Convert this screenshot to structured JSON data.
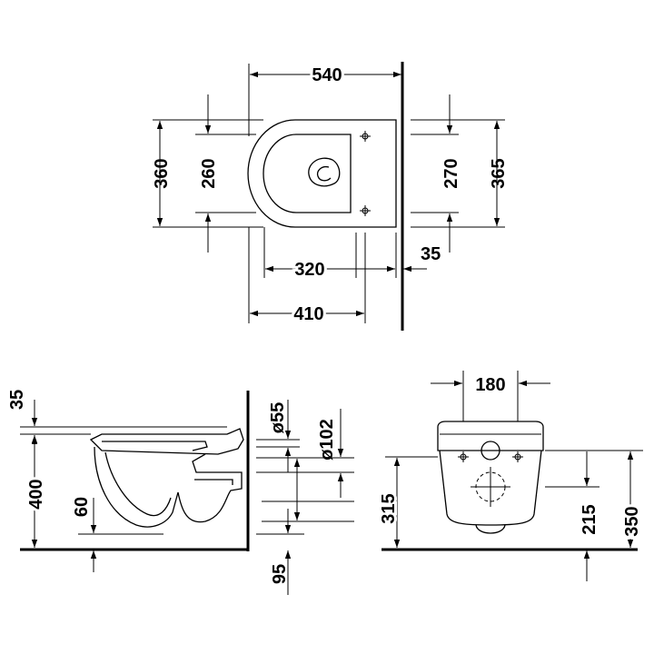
{
  "colors": {
    "line": "#000000",
    "background": "#ffffff"
  },
  "top_view": {
    "overall_length": "540",
    "overall_width_outer": "360",
    "overall_width_inner": "260",
    "bolt_spacing_inner": "270",
    "bolt_spacing_outer": "365",
    "bowl_depth": "320",
    "fixing_depth": "410",
    "wall_offset": "35"
  },
  "side_view": {
    "seat_thickness": "35",
    "seat_height": "400",
    "outlet_height": "60",
    "floor_clearance": "95",
    "flush_inlet_diameter": "ø55",
    "outlet_diameter": "ø102"
  },
  "rear_view": {
    "fixing_width": "180",
    "inlet_height": "315",
    "outlet_height": "215",
    "fixing_height": "350"
  }
}
